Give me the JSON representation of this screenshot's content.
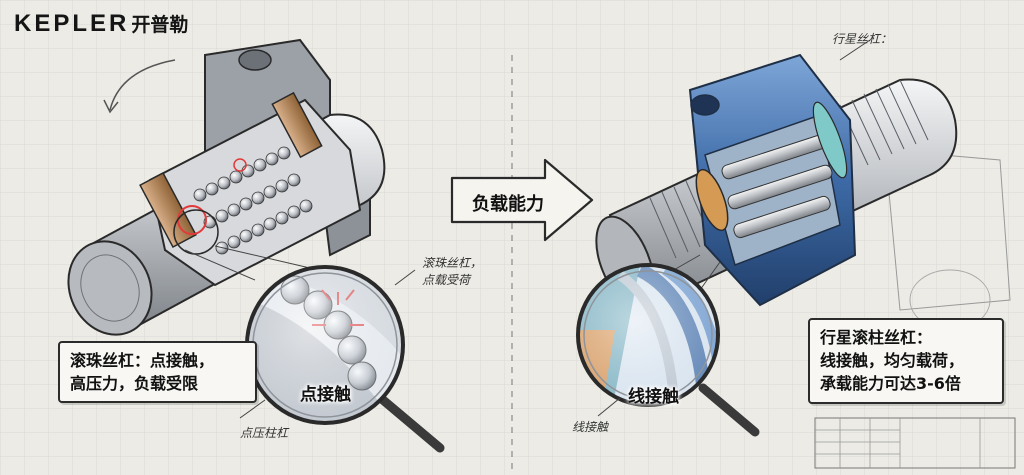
{
  "brand": {
    "name_en": "KEPLER",
    "name_cn": "开普勒"
  },
  "center": {
    "label": "负载能力"
  },
  "left": {
    "box_lines": [
      "滚珠丝杠：点接触，",
      "高压力，负载受限"
    ],
    "magnifier_label": "点接触",
    "note_load": [
      "滚珠丝杠，",
      "点载受荷"
    ],
    "note_bottom": "点压柱杠"
  },
  "right": {
    "box_lines": [
      "行星滚柱丝杠：",
      "线接触，均匀载荷，",
      "承载能力可达3-6倍"
    ],
    "magnifier_label": "线接触",
    "note_top": "行星丝杠：",
    "note_bottom": "线接触"
  },
  "colors": {
    "steel": "#c9ccd0",
    "nut_blue": "#3d6aa6",
    "bronze": "#b88a5a",
    "outline": "#2a2a2a",
    "contact_red": "#e23a3a",
    "paper": "#ecebe6"
  }
}
